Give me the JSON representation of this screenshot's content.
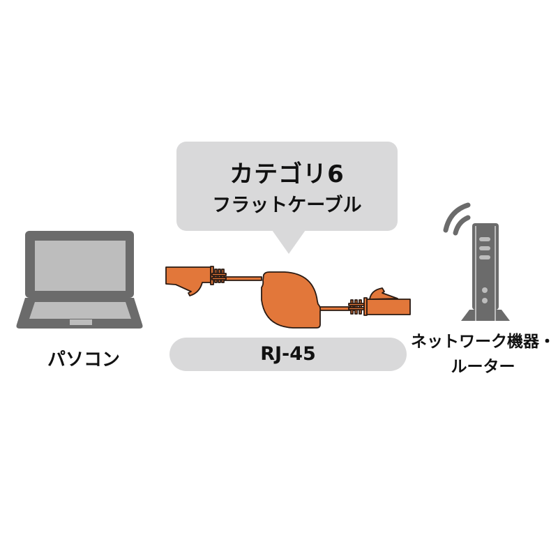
{
  "bubble": {
    "line1": "カテゴリ6",
    "line2": "フラットケーブル"
  },
  "connector_label": "RJ-45",
  "devices": {
    "left": {
      "icon": "laptop-icon",
      "label": "パソコン"
    },
    "right": {
      "icon": "router-icon",
      "label_line1": "ネットワーク機器・",
      "label_line2": "ルーター"
    }
  },
  "cable": {
    "icon": "retractable-flat-cable-icon",
    "color": "#e2773a",
    "outline": "#2a1a12"
  },
  "colors": {
    "bubble_bg": "#d9d9da",
    "device_dark": "#6b6b6b",
    "device_light": "#bdbdbd",
    "text": "#111111"
  }
}
